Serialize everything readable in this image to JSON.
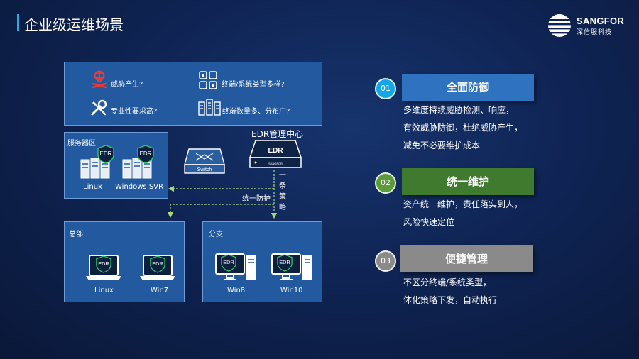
{
  "title": "企业级运维场景",
  "logo": {
    "brand": "SANGFOR",
    "sub": "深信服科技"
  },
  "challenges": [
    {
      "icon": "skull-crossbones-icon",
      "text": "威胁产生?"
    },
    {
      "icon": "grid-devices-icon",
      "text": "终端/系统类型多样?"
    },
    {
      "icon": "tools-icon",
      "text": "专业性要求高?"
    },
    {
      "icon": "servers-icon",
      "text": "终端数量多、分布广?"
    }
  ],
  "server_zone": {
    "label": "服务器区",
    "hosts": [
      "Linux",
      "Windows SVR"
    ]
  },
  "switch_label": "Switch",
  "edr_center": {
    "label": "EDR管理中心",
    "device_text": "EDR",
    "device_sub": "SANGFOR"
  },
  "edr_badge": "EDR",
  "flows": {
    "unified": "统一防护",
    "vertical": [
      "一",
      "条",
      "策",
      "略"
    ]
  },
  "hq": {
    "label": "总部",
    "hosts": [
      "Linux",
      "Win7"
    ]
  },
  "branch": {
    "label": "分支",
    "hosts": [
      "Win8",
      "Win10"
    ]
  },
  "steps": [
    {
      "num": "01",
      "title": "全面防御",
      "color": "#2f73c0",
      "circle": "#14a7e6",
      "lines": [
        "多维度持续威胁检测、响应，",
        "有效威胁防御，杜绝威胁产生，",
        "减免不必要维护成本"
      ]
    },
    {
      "num": "02",
      "title": "统一维护",
      "color": "#3f7a2f",
      "circle": "#5b9b3a",
      "lines": [
        "资产统一维护，责任落实到人，",
        "风险快速定位"
      ]
    },
    {
      "num": "03",
      "title": "便捷管理",
      "color": "#8a8a8a",
      "circle": "#8a8a8a",
      "lines": [
        "不区分终端/系统类型，一",
        "体化策略下发，自动执行"
      ]
    }
  ]
}
